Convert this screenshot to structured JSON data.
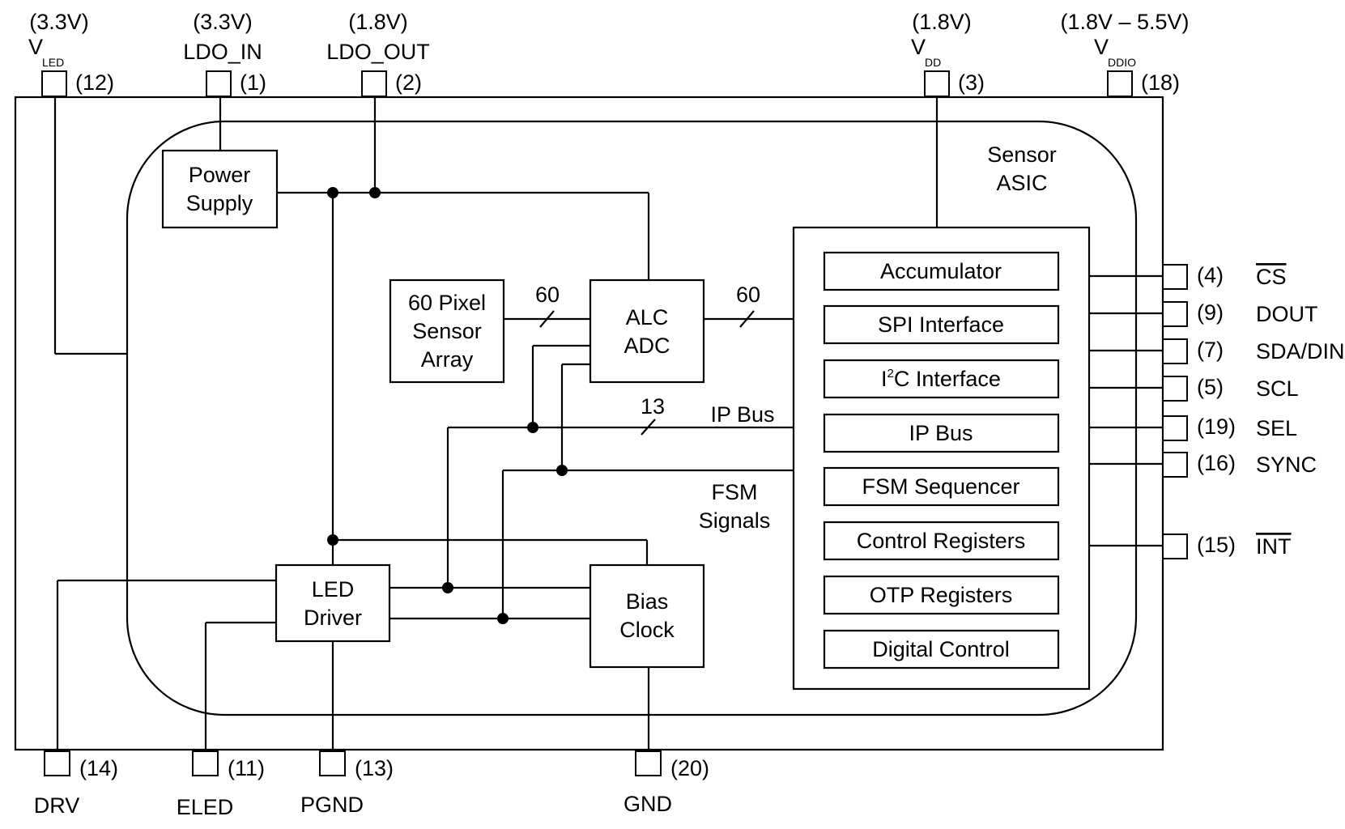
{
  "top_pins": [
    {
      "id": "vled",
      "voltage": "(3.3V)",
      "name": "V",
      "sub": "LED",
      "num": "(12)"
    },
    {
      "id": "ldo-in",
      "voltage": "(3.3V)",
      "name": "LDO_IN",
      "sub": "",
      "num": "(1)"
    },
    {
      "id": "ldo-out",
      "voltage": "(1.8V)",
      "name": "LDO_OUT",
      "sub": "",
      "num": "(2)"
    },
    {
      "id": "vdd",
      "voltage": "(1.8V)",
      "name": "V",
      "sub": "DD",
      "num": "(3)"
    },
    {
      "id": "vddio",
      "voltage": "(1.8V – 5.5V)",
      "name": "V",
      "sub": "DDIO",
      "num": "(18)"
    }
  ],
  "right_pins": [
    {
      "id": "cs",
      "num": "(4)",
      "name": "CS",
      "overline": true
    },
    {
      "id": "dout",
      "num": "(9)",
      "name": "DOUT",
      "overline": false
    },
    {
      "id": "sda-din",
      "num": "(7)",
      "name": "SDA/DIN",
      "overline": false
    },
    {
      "id": "scl",
      "num": "(5)",
      "name": "SCL",
      "overline": false
    },
    {
      "id": "sel",
      "num": "(19)",
      "name": "SEL",
      "overline": false
    },
    {
      "id": "sync",
      "num": "(16)",
      "name": "SYNC",
      "overline": false
    },
    {
      "id": "int",
      "num": "(15)",
      "name": "INT",
      "overline": true
    }
  ],
  "bottom_pins": [
    {
      "id": "drv",
      "num": "(14)",
      "name": "DRV"
    },
    {
      "id": "eled",
      "num": "(11)",
      "name": "ELED"
    },
    {
      "id": "pgnd",
      "num": "(13)",
      "name": "PGND"
    },
    {
      "id": "gnd",
      "num": "(20)",
      "name": "GND"
    }
  ],
  "blocks": {
    "power_supply": [
      "Power",
      "Supply"
    ],
    "pixel_array": [
      "60 Pixel",
      "Sensor",
      "Array"
    ],
    "alc_adc": [
      "ALC",
      "ADC"
    ],
    "led_driver": [
      "LED",
      "Driver"
    ],
    "bias_clock": [
      "Bias",
      "Clock"
    ]
  },
  "sensor_asic_label": [
    "Sensor",
    "ASIC"
  ],
  "asic_blocks": [
    "Accumulator",
    "SPI Interface",
    "C Interface",
    "IP Bus",
    "FSM Sequencer",
    "Control Registers",
    "OTP Registers",
    "Digital Control"
  ],
  "i2c_prefix": "I",
  "i2c_sup": "2",
  "bus_labels": {
    "pixel_bus_width": "60",
    "adc_bus_width": "60",
    "ip_bus_width": "13",
    "ip_bus": "IP Bus",
    "fsm_signals": [
      "FSM",
      "Signals"
    ]
  }
}
